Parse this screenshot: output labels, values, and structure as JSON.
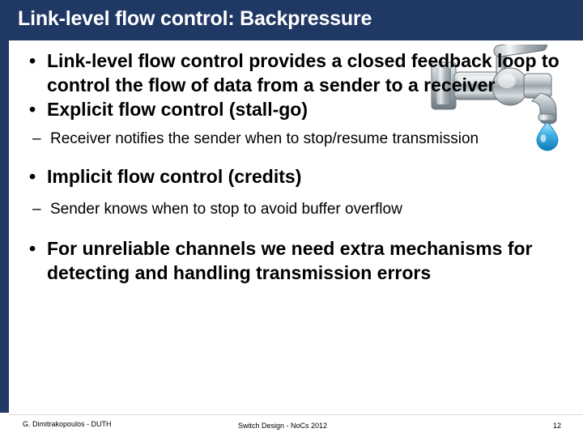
{
  "slide": {
    "title": "Link-level flow control: Backpressure",
    "title_bar_color": "#1f3864",
    "bullets": [
      {
        "level": 1,
        "marker": "•",
        "text": "Link-level flow control provides a closed feedback loop to control the flow of data from a sender to a receiver"
      },
      {
        "level": 1,
        "marker": "•",
        "text": "Explicit flow control (stall-go)"
      },
      {
        "level": 2,
        "marker": "–",
        "text": "Receiver notifies the sender when to stop/resume transmission"
      },
      {
        "level": 1,
        "marker": "•",
        "text": "Implicit flow control (credits)"
      },
      {
        "level": 2,
        "marker": "–",
        "text": "Sender knows when to stop to avoid buffer overflow"
      },
      {
        "level": 1,
        "marker": "•",
        "text": "For unreliable channels we need extra mechanisms for detecting and handling transmission errors"
      }
    ],
    "image": {
      "name": "faucet-water-drop-illustration",
      "alt": "Chrome faucet with a blue water droplet"
    },
    "footer": {
      "author": "G. Dimitrakopoulos - DUTH",
      "course": "Switch Design - NoCs 2012",
      "page_number": "12"
    }
  }
}
